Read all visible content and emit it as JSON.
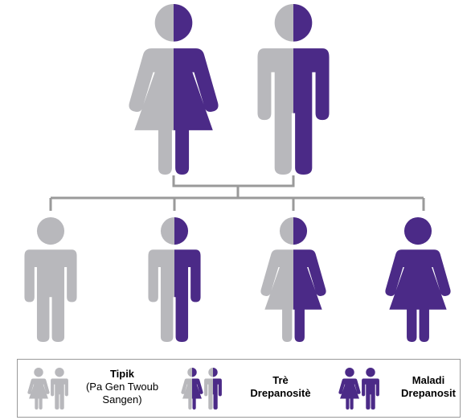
{
  "colors": {
    "gray": "#b8b8bc",
    "purple": "#4b2a87",
    "connector": "#9a9a9a"
  },
  "parents": [
    {
      "figure": "female",
      "status": "carrier"
    },
    {
      "figure": "male",
      "status": "carrier"
    }
  ],
  "children": [
    {
      "figure": "male",
      "status": "typical"
    },
    {
      "figure": "male",
      "status": "carrier"
    },
    {
      "figure": "female",
      "status": "carrier"
    },
    {
      "figure": "female",
      "status": "disease"
    }
  ],
  "legend": {
    "typical": {
      "title": "Tipik",
      "subtitle_line1": "(Pa Gen Twoub",
      "subtitle_line2": "Sangen)"
    },
    "carrier": {
      "title_line1": "Trè",
      "title_line2": "Drepanositè"
    },
    "disease": {
      "title_line1": "Maladi",
      "title_line2": "Drepanosit"
    }
  }
}
